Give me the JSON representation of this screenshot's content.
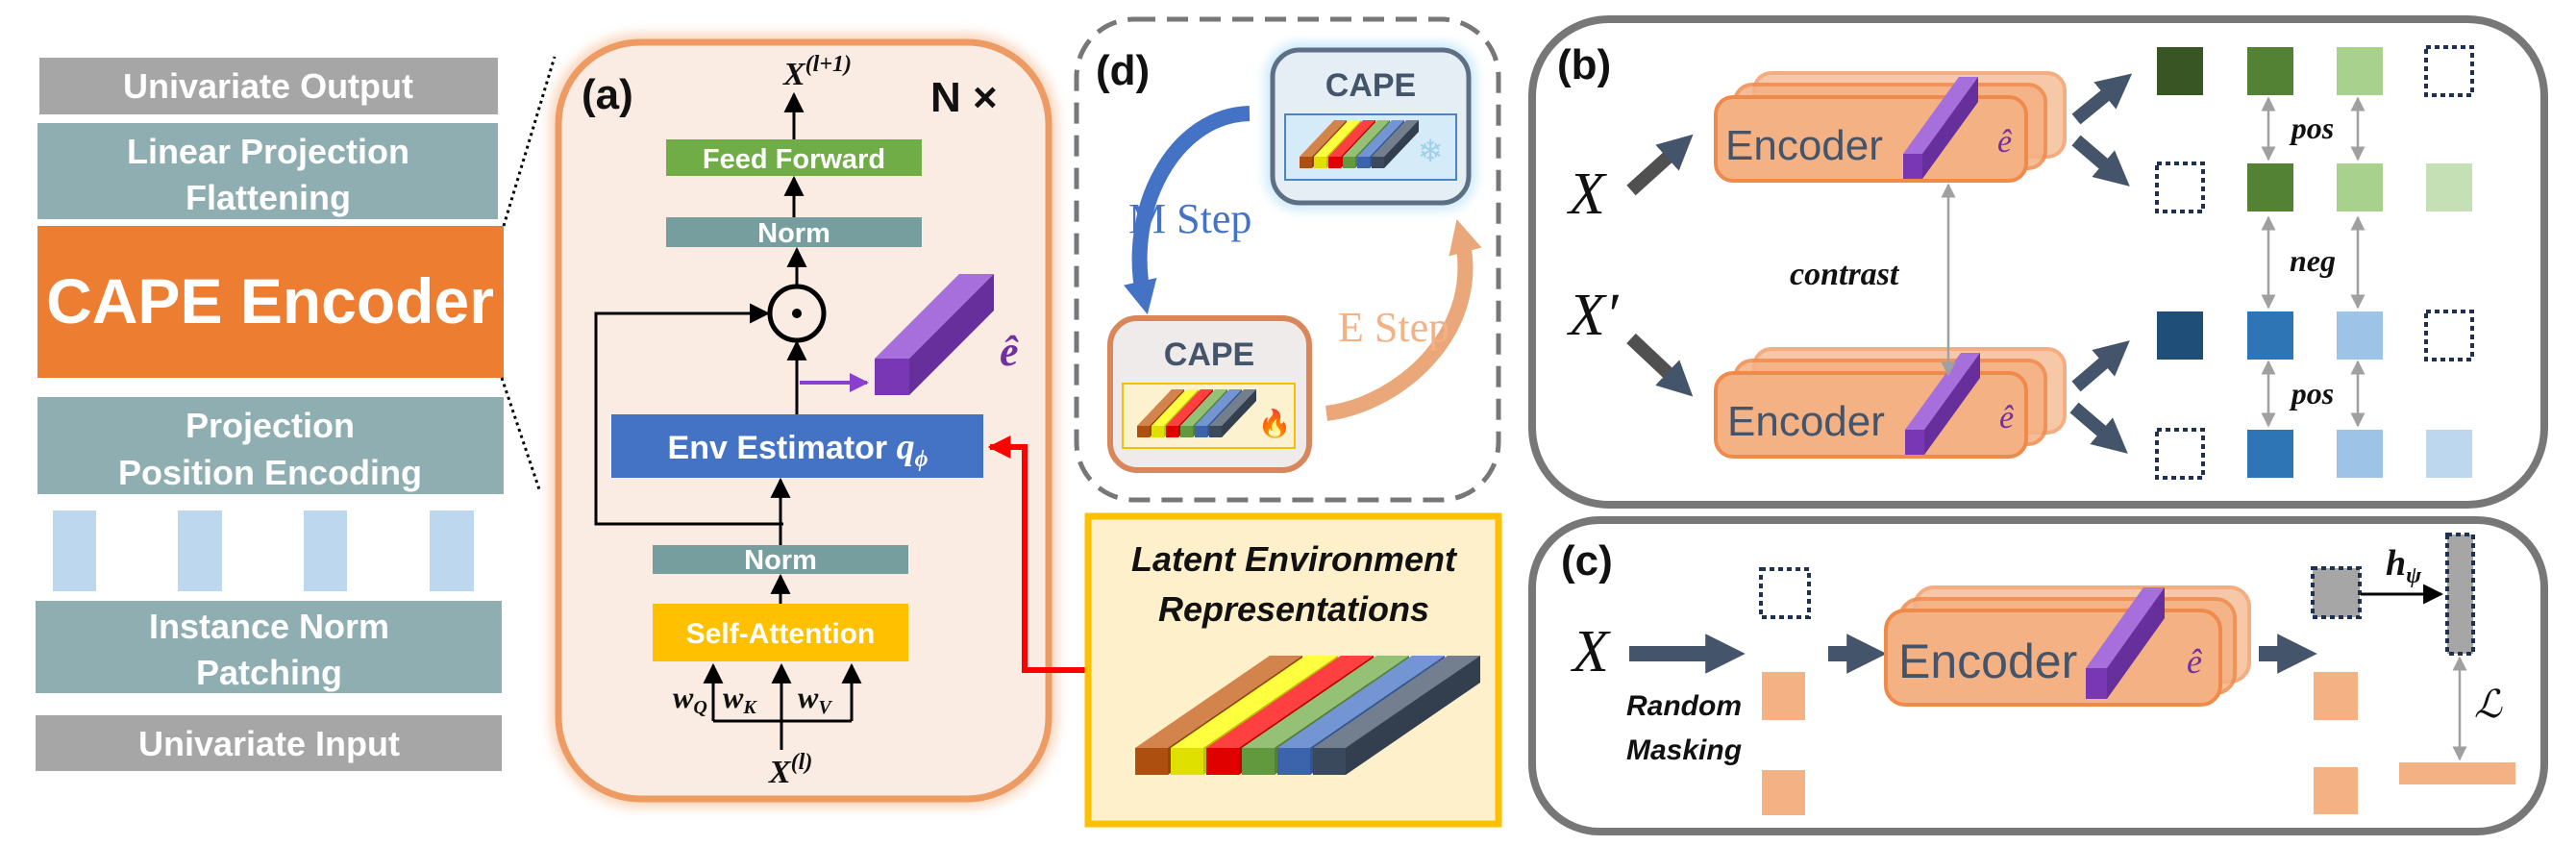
{
  "left_stack": {
    "output": "Univariate Output",
    "linear_projection": "Linear Projection",
    "flattening": "Flattening",
    "encoder": "CAPE Encoder",
    "projection": "Projection",
    "position_encoding": "Position Encoding",
    "instance_norm": "Instance Norm",
    "patching": "Patching",
    "input": "Univariate Input"
  },
  "panel_a": {
    "label": "(a)",
    "repeat": "N ×",
    "output_var": "X",
    "output_sup": "(l+1)",
    "feed_forward": "Feed Forward",
    "norm_top": "Norm",
    "env_hat": "ê",
    "env_estimator": "Env Estimator ",
    "q": "q",
    "q_sub": "ϕ",
    "norm_bottom": "Norm",
    "self_attention": "Self-Attention",
    "weights": [
      {
        "w": "w",
        "sub": "Q"
      },
      {
        "w": "w",
        "sub": "K"
      },
      {
        "w": "w",
        "sub": "V"
      }
    ],
    "input_var": "X",
    "input_sup": "(l)"
  },
  "panel_d": {
    "label": "(d)",
    "cape_top": "CAPE",
    "cape_bottom": "CAPE",
    "m_step": "M Step",
    "e_step": "E Step",
    "top_icon": "snowflake-icon",
    "bottom_icon": "fire-icon"
  },
  "latent": {
    "title_line1": "Latent Environment",
    "title_line2": "Representations",
    "bar_colors": [
      "#c55a11",
      "#ffff00",
      "#ff0000",
      "#70ad47",
      "#4472c4",
      "#44546a"
    ]
  },
  "panel_b": {
    "label": "(b)",
    "x": "X",
    "x_prime": "X′",
    "encoder_top": "Encoder",
    "encoder_bottom": "Encoder",
    "env_hat": "ê",
    "contrast": "contrast",
    "pos_top": "pos",
    "neg": "neg",
    "pos_bottom": "pos",
    "rows": [
      [
        "#375623",
        "#548235",
        "#a9d18e",
        "dashed"
      ],
      [
        "dashed",
        "#548235",
        "#a9d18e",
        "#c5e0b4"
      ],
      [
        "#1f4e79",
        "#2e75b6",
        "#9dc3e6",
        "dashed"
      ],
      [
        "dashed",
        "#2e75b6",
        "#9dc3e6",
        "#bdd7ee"
      ]
    ]
  },
  "panel_c": {
    "label": "(c)",
    "x": "X",
    "random": "Random",
    "masking": "Masking",
    "encoder": "Encoder",
    "env_hat": "ê",
    "h": "h",
    "h_sub": "ψ",
    "loss": "ℒ"
  },
  "colors": {
    "encoder_orange": "#ed7d31",
    "teal_gray": "#8faeb1",
    "gray": "#a6a6a6",
    "feed_forward": "#70ad47",
    "norm": "#779e9e",
    "env_estimator": "#4472c4",
    "self_attention": "#ffc000",
    "env_purple": "#8a3fcf",
    "patch_blue": "#bdd7ee",
    "mask_orange": "#f4b183"
  }
}
